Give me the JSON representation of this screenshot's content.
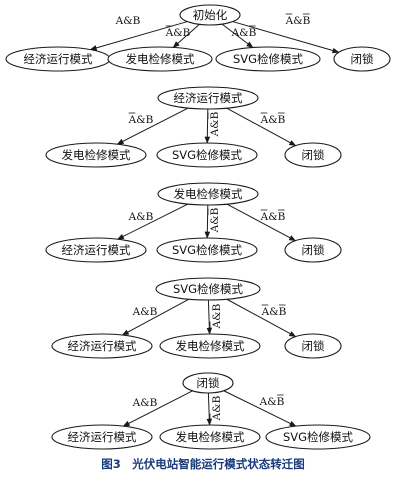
{
  "diagrams": [
    {
      "root": "初始化",
      "children": [
        "经济运行模式",
        "发电检修模式",
        "SVG检修模式",
        "闭锁"
      ],
      "edge_labels": [
        {
          "text": "A&B"
        },
        {
          "text": "A&B",
          "bar": "A"
        },
        {
          "text": "A&B",
          "bar": "B"
        },
        {
          "text": "A&B",
          "bar": "AB"
        }
      ]
    },
    {
      "root": "经济运行模式",
      "children": [
        "发电检修模式",
        "SVG检修模式",
        "闭锁"
      ],
      "edge_labels": [
        {
          "text": "A&B",
          "bar": "A"
        },
        {
          "text": "A&B",
          "bar": "B"
        },
        {
          "text": "A&B",
          "bar": "AB"
        }
      ]
    },
    {
      "root": "发电检修模式",
      "children": [
        "经济运行模式",
        "SVG检修模式",
        "闭锁"
      ],
      "edge_labels": [
        {
          "text": "A&B"
        },
        {
          "text": "A&B",
          "bar": "B"
        },
        {
          "text": "A&B",
          "bar": "AB"
        }
      ]
    },
    {
      "root": "SVG检修模式",
      "children": [
        "经济运行模式",
        "发电检修模式",
        "闭锁"
      ],
      "edge_labels": [
        {
          "text": "A&B"
        },
        {
          "text": "A&B",
          "bar": "A"
        },
        {
          "text": "A&B",
          "bar": "AB"
        }
      ]
    },
    {
      "root": "闭锁",
      "children": [
        "经济运行模式",
        "发电检修模式",
        "SVG检修模式"
      ],
      "edge_labels": [
        {
          "text": "A&B"
        },
        {
          "text": "A&B",
          "bar": "A"
        },
        {
          "text": "A&B",
          "bar": "B"
        }
      ]
    }
  ],
  "caption": "图3　光伏电站智能运行模式状态转迁图"
}
